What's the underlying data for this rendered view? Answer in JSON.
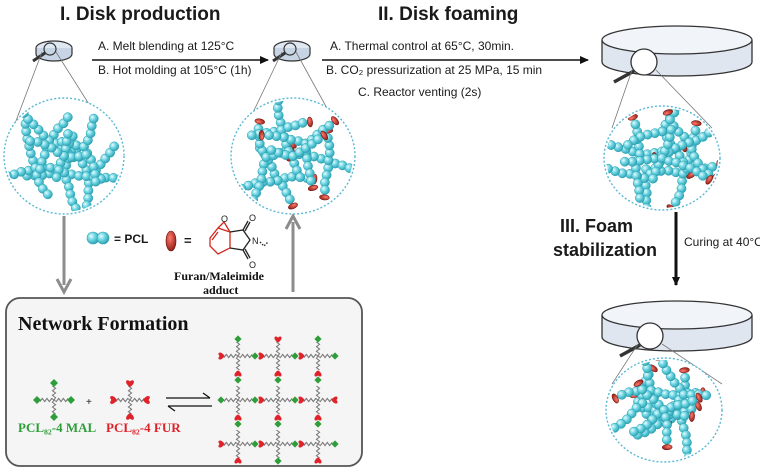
{
  "sections": {
    "disk_production": "I. Disk production",
    "disk_foaming": "II.  Disk foaming",
    "foam_stabilization_line1": "III. Foam",
    "foam_stabilization_line2": "stabilization"
  },
  "steps": {
    "melt_blending": "A.  Melt blending at 125°C",
    "hot_molding": "B.  Hot molding at 105°C (1h)",
    "thermal_control": "A.     Thermal control at 65°C, 30min.",
    "co2_pressurization": "B.  CO₂ pressurization at 25 MPa, 15 min",
    "reactor_venting": "C.  Reactor venting (2s)",
    "curing": "Curing at 40°C"
  },
  "legend": {
    "pcl_label": "= PCL",
    "adduct_equals": "=",
    "adduct_line1": "Furan/Maleimide",
    "adduct_line2": "adduct"
  },
  "network": {
    "title": "Network Formation",
    "plus": "+",
    "mal_label": "PCL₈₂-4 MAL",
    "fur_label": "PCL₈₂-4 FUR"
  },
  "colors": {
    "pcl_bead": "#5fd3e0",
    "pcl_bead_edge": "#2a9fb0",
    "adduct": "#b8261c",
    "maleimide": "#2e9e3a",
    "furan": "#e0222a",
    "arrow_gray": "#8c8c8c"
  }
}
